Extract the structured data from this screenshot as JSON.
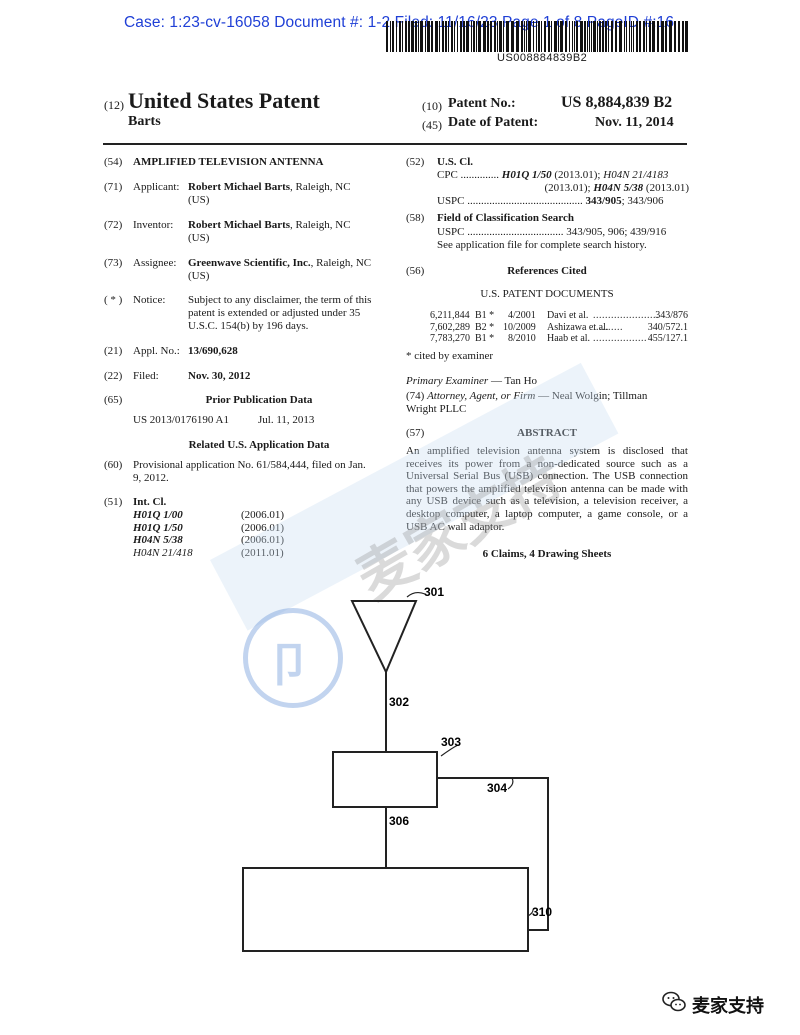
{
  "case_header": "Case: 1:23-cv-16058 Document #: 1-2 Filed: 11/16/23 Page 1 of 8 PageID #:16",
  "barcode_number": "US008884839B2",
  "left_header": {
    "code": "(12)",
    "title": "United States Patent",
    "inventor": "Barts"
  },
  "right_header": {
    "patent_no_code": "(10)",
    "patent_no_label": "Patent No.:",
    "patent_no_value": "US 8,884,839 B2",
    "date_code": "(45)",
    "date_label": "Date of Patent:",
    "date_value": "Nov. 11, 2014"
  },
  "fields": {
    "title": {
      "code": "(54)",
      "text": "AMPLIFIED TELEVISION ANTENNA"
    },
    "applicant": {
      "code": "(71)",
      "label": "Applicant:",
      "name": "Robert Michael Barts",
      "rest": ", Raleigh, NC",
      "line2": "(US)"
    },
    "inventor": {
      "code": "(72)",
      "label": "Inventor:",
      "name": "Robert Michael Barts",
      "rest": ", Raleigh, NC",
      "line2": "(US)"
    },
    "assignee": {
      "code": "(73)",
      "label": "Assignee:",
      "name": "Greenwave Scientific, Inc.",
      "rest": ", Raleigh, NC",
      "line2": "(US)"
    },
    "notice": {
      "code": "( * )",
      "label": "Notice:",
      "lines": [
        "Subject to any disclaimer, the term of this",
        "patent is extended or adjusted under 35",
        "U.S.C. 154(b) by 196 days."
      ]
    },
    "appl": {
      "code": "(21)",
      "label": "Appl. No.:",
      "value": "13/690,628"
    },
    "filed": {
      "code": "(22)",
      "label": "Filed:",
      "value": "Nov. 30, 2012"
    },
    "prior_pub": {
      "code": "(65)",
      "heading": "Prior Publication Data",
      "number": "US 2013/0176190 A1",
      "date": "Jul. 11, 2013"
    },
    "related": {
      "heading": "Related U.S. Application Data",
      "code": "(60)",
      "line1": "Provisional application No. 61/584,444, filed on Jan.",
      "line2": "9, 2012."
    },
    "int_cl": {
      "code": "(51)",
      "label": "Int. Cl.",
      "rows": [
        {
          "cls": "H01Q 1/00",
          "ver": "(2006.01)"
        },
        {
          "cls": "H01Q 1/50",
          "ver": "(2006.01)"
        },
        {
          "cls": "H04N 5/38",
          "ver": "(2006.01)"
        },
        {
          "cls": "H04N 21/418",
          "ver": "(2011.01)"
        }
      ]
    }
  },
  "right_fields": {
    "us_cl": {
      "code": "(52)",
      "label": "U.S. Cl.",
      "cpc_label": "CPC",
      "cpc_dots": "..............",
      "cpc_line1_a": "H01Q 1/50",
      "cpc_line1_b": " (2013.01); ",
      "cpc_line1_c": "H04N 21/4183",
      "cpc_line2_a": "(2013.01); ",
      "cpc_line2_b": "H04N 5/38",
      "cpc_line2_c": " (2013.01)",
      "uspc_label": "USPC",
      "uspc_dots": "..........................................",
      "uspc_bold": "343/905",
      "uspc_rest": "; 343/906"
    },
    "field_class": {
      "code": "(58)",
      "label": "Field of Classification Search",
      "uspc_label": "USPC",
      "uspc_dots": "...................................",
      "uspc_value": "343/905, 906; 439/916",
      "note": "See application file for complete search history."
    },
    "refs": {
      "code": "(56)",
      "heading": "References Cited",
      "subheading": "U.S. PATENT DOCUMENTS",
      "rows": [
        {
          "num": "6,211,844",
          "kind": "B1 *",
          "date": "4/2001",
          "name": "Davi et al.",
          "dots": "......................",
          "cls": "343/876"
        },
        {
          "num": "7,602,289",
          "kind": "B2 *",
          "date": "10/2009",
          "name": "Ashizawa et al.",
          "dots": "..........",
          "cls": "340/572.1"
        },
        {
          "num": "7,783,270",
          "kind": "B1 *",
          "date": "8/2010",
          "name": "Haab et al.",
          "dots": "..................",
          "cls": "455/127.1"
        }
      ],
      "cited_by": "* cited by examiner"
    },
    "examiner": {
      "label": "Primary Examiner",
      "dash": " — ",
      "name": "Tan Ho"
    },
    "attorney": {
      "code": "(74)",
      "label": "Attorney, Agent, or Firm",
      "dash": " — ",
      "name_line1": "Neal Wolgin; Tillman",
      "name_line2": "Wright PLLC"
    },
    "abstract": {
      "code": "(57)",
      "heading": "ABSTRACT",
      "lines": [
        "An amplified television antenna system is disclosed that",
        "receives its power from a non-dedicated source such as a",
        "Universal Serial Bus (USB) connection. The USB connection",
        "that powers the amplified television antenna can be made with",
        "any USB device such as a television, a television receiver, a",
        "desktop computer, a laptop computer, a game console, or a",
        "USB AC wall adaptor."
      ],
      "claims": "6 Claims, 4 Drawing Sheets"
    }
  },
  "diagram": {
    "labels": {
      "antenna": "301",
      "cable_top": "302",
      "box_small": "303",
      "usb_cable": "304",
      "cable_mid": "306",
      "box_large": "310"
    }
  },
  "watermark": {
    "text": "麦家支持",
    "logo": "卩"
  },
  "footer": {
    "brand": "麦家支持",
    "icon": "wechat-icon"
  }
}
